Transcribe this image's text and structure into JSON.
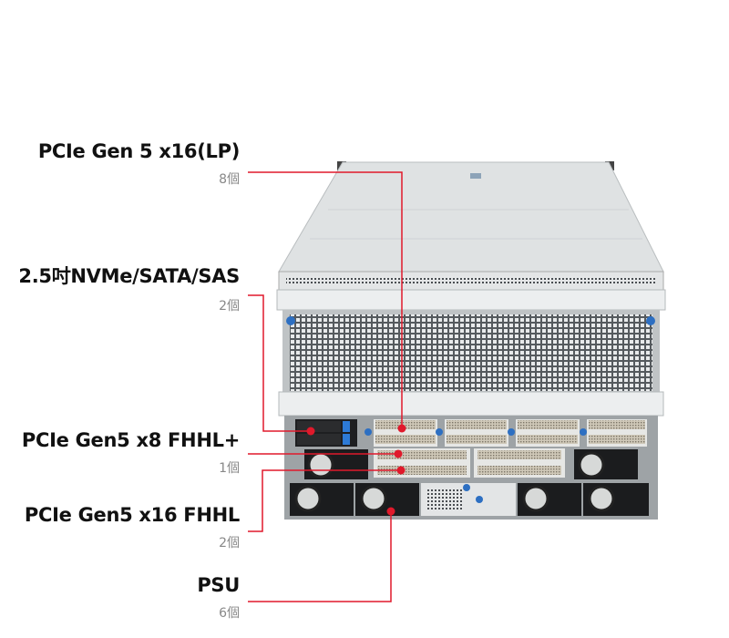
{
  "callouts": [
    {
      "title": "PCIe Gen 5 x16(LP)",
      "count": "8個"
    },
    {
      "title": "2.5吋NVMe/SATA/SAS",
      "count": "2個"
    },
    {
      "title": "PCIe Gen5 x8 FHHL+",
      "count": "1個"
    },
    {
      "title": "PCIe Gen5 x16 FHHL",
      "count": "2個"
    },
    {
      "title": "PSU",
      "count": "6個"
    }
  ],
  "colors": {
    "leader_line": "#e0192b",
    "chassis": "#d9dcdd",
    "grill": "#3a3d40"
  }
}
